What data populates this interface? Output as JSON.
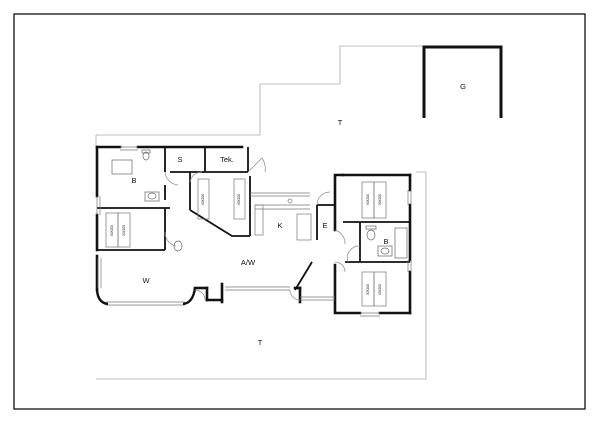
{
  "rooms": {
    "garage": "G",
    "terrace_north": "T",
    "terrace_south": "T",
    "storage": "S",
    "technical": "Tek.",
    "bath_west": "B",
    "bath_east": "B",
    "kitchen": "K",
    "entrance": "E",
    "living_dining": "A/W",
    "living": "W"
  },
  "bed_labels": {
    "bed_1a": "90X200",
    "bed_1b": "90X200",
    "bed_2a": "90X200",
    "bed_2b": "90X200",
    "bed_3a": "90X200",
    "bed_3b": "90X200",
    "bed_4a": "90X200",
    "bed_4b": "90X200"
  },
  "colors": {
    "wall": "#111111",
    "thin_line": "#999999",
    "window": "#777777"
  }
}
